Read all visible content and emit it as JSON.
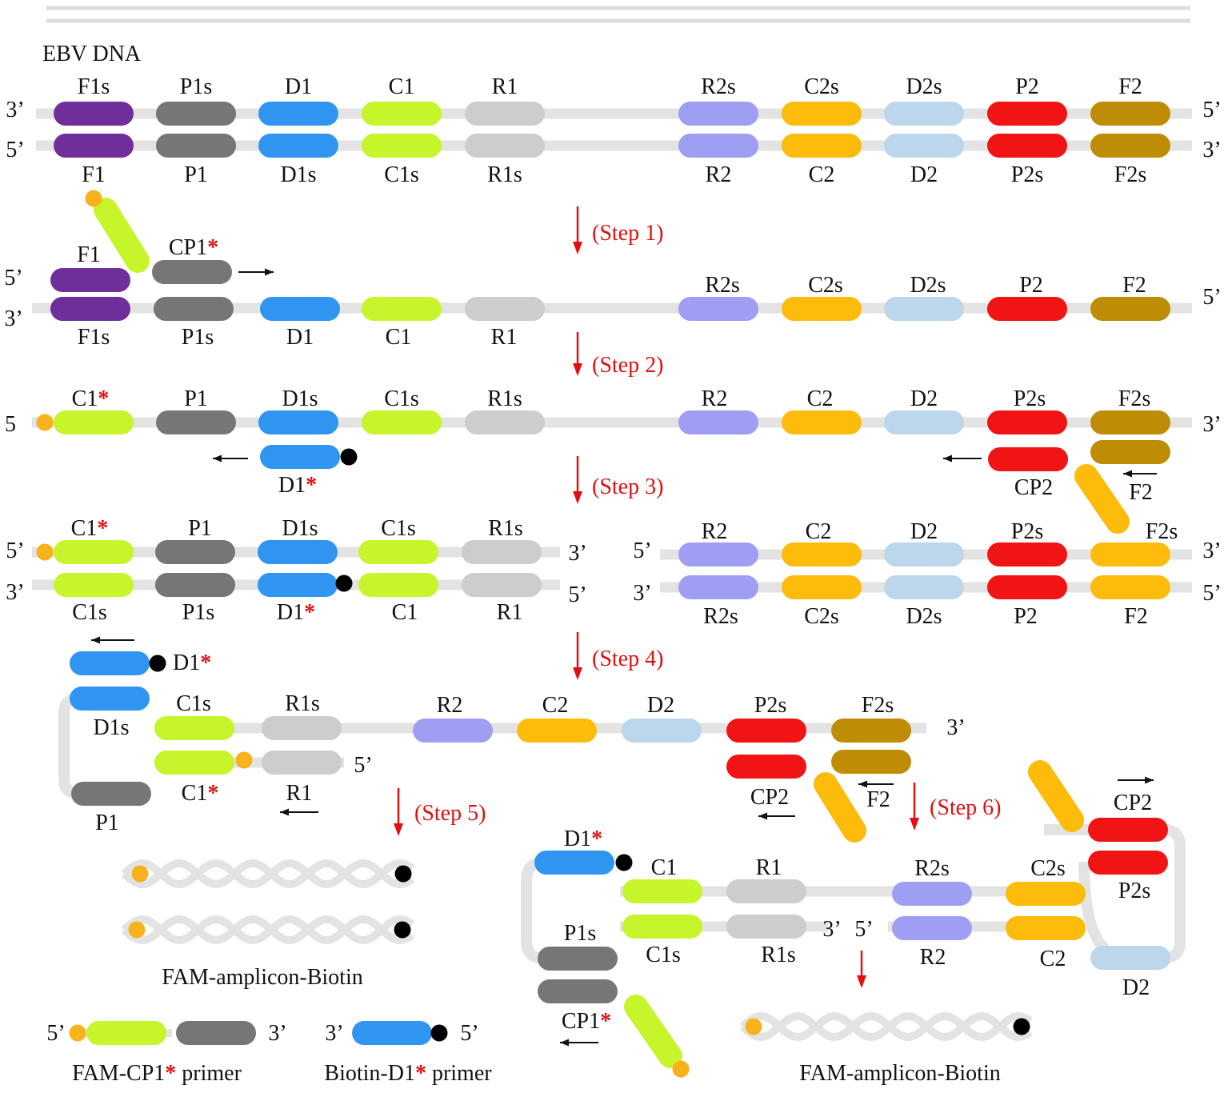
{
  "colors": {
    "F": "#6f2e9a",
    "P": "#767676",
    "D": "#2f95f0",
    "C": "#c7f52c",
    "R": "#cdcdcd",
    "R2": "#9e9ef2",
    "C2": "#fdbb0c",
    "D2": "#bcd6ec",
    "P2": "#f01414",
    "F2": "#bf8c06",
    "strand": "#e3e3e3",
    "fam": "#f7b21c",
    "biotin": "#000000",
    "arrow_step": "#e01010",
    "star": "#e01010"
  },
  "title": "EBV DNA",
  "top_panel": {
    "top_labels": [
      "F1s",
      "P1s",
      "D1",
      "C1",
      "R1",
      "R2s",
      "C2s",
      "D2s",
      "P2",
      "F2"
    ],
    "bottom_labels": [
      "F1",
      "P1",
      "D1s",
      "C1s",
      "R1s",
      "R2",
      "C2",
      "D2",
      "P2s",
      "F2s"
    ],
    "left_ends": [
      "3’",
      "5’"
    ],
    "right_ends": [
      "5’",
      "3’"
    ]
  },
  "steps": {
    "s1": "(Step 1)",
    "s2": "(Step 2)",
    "s3": "(Step 3)",
    "s4": "(Step 4)",
    "s5": "(Step 5)",
    "s6": "(Step 6)"
  },
  "panel2": {
    "primer_F1": "F1",
    "primer_CP1": "CP1",
    "star": "*",
    "left_ends": [
      "5’",
      "3’"
    ],
    "right_end": "5’",
    "top_labels": [
      "R2s",
      "C2s",
      "D2s",
      "P2",
      "F2"
    ],
    "bottom_labels": [
      "F1s",
      "P1s",
      "D1",
      "C1",
      "R1"
    ]
  },
  "panel3": {
    "left_end": "5",
    "right_end": "3’",
    "top_labels": [
      "C1",
      "P1",
      "D1s",
      "C1s",
      "R1s",
      "R2",
      "C2",
      "D2",
      "P2s",
      "F2s"
    ],
    "primer_D1": "D1",
    "primer_CP2": "CP2",
    "primer_F2": "F2"
  },
  "panel4_left": {
    "top_labels": [
      "C1",
      "P1",
      "D1s",
      "C1s",
      "R1s"
    ],
    "bottom_labels": [
      "C1s",
      "P1s",
      "D1",
      "C1",
      "R1"
    ],
    "left_ends": [
      "5’",
      "3’"
    ],
    "right_ends": [
      "3’",
      "5’"
    ]
  },
  "panel4_right": {
    "top_labels": [
      "R2",
      "C2",
      "D2",
      "P2s",
      "F2s"
    ],
    "bottom_labels": [
      "R2s",
      "C2s",
      "D2s",
      "P2",
      "F2"
    ],
    "left_ends": [
      "5’",
      "3’"
    ],
    "right_ends": [
      "3’",
      "5’"
    ]
  },
  "panel5": {
    "labels": [
      "D1",
      "D1s",
      "C1s",
      "R1s",
      "R2",
      "C2",
      "D2",
      "P2s",
      "F2s",
      "C1",
      "R1",
      "P1",
      "CP2",
      "F2"
    ],
    "end_3": "3’",
    "end_5": "5’"
  },
  "panel6": {
    "labels": [
      "D1",
      "C1",
      "R1",
      "R2s",
      "C2s",
      "CP2",
      "P1s",
      "C1s",
      "R1s",
      "R2",
      "C2",
      "P2s",
      "D2",
      "CP1"
    ],
    "end_3": "3’",
    "end_5": "5’"
  },
  "product_left": "FAM-amplicon-Biotin",
  "product_right": "FAM-amplicon-Biotin",
  "legend": {
    "fam_primer": "FAM-CP1",
    "biotin_primer": "Biotin-D1",
    "primer_word": "primer",
    "end_5": "5’",
    "end_3": "3’"
  }
}
